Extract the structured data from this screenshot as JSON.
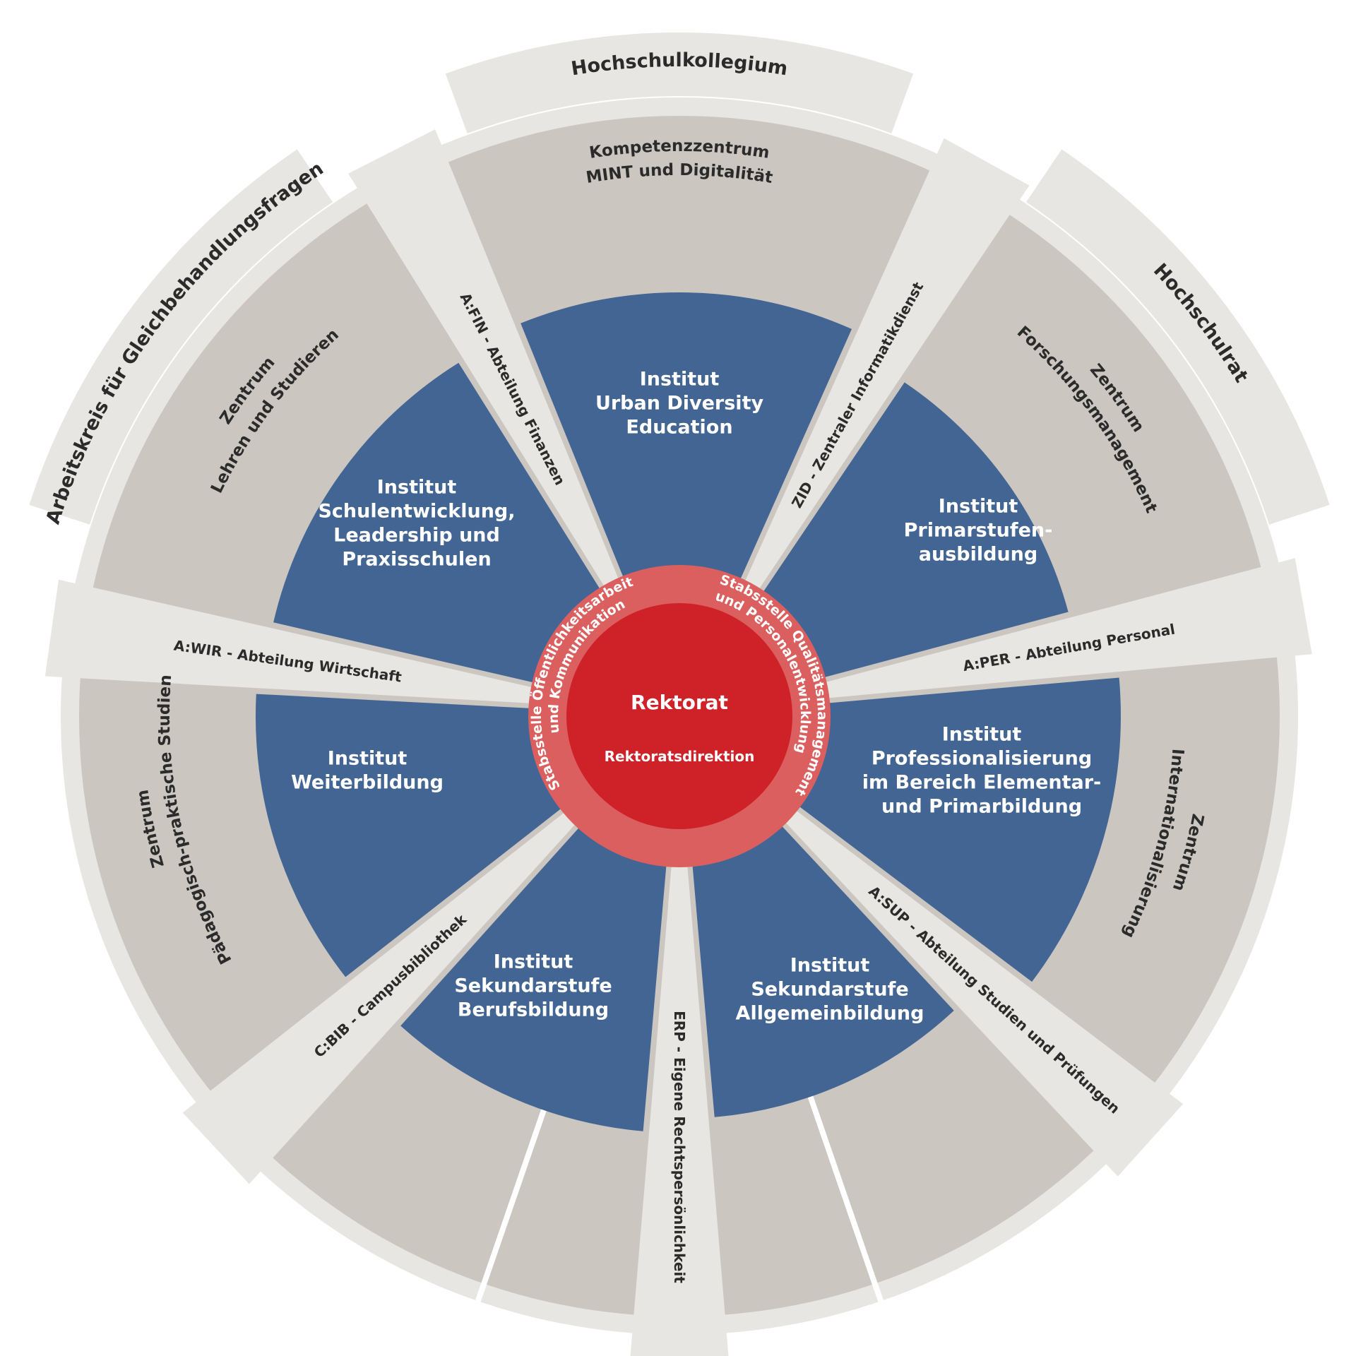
{
  "colors": {
    "outer_band": "#e7e6e2",
    "ring": "#cbc6c0",
    "institute": "#436593",
    "wedge": "#e7e6e2",
    "staff_ring": "#dc5f5f",
    "core": "#cf2128",
    "text_dark": "#2b2b2b",
    "text_light": "#ffffff"
  },
  "outer_bands": [
    {
      "id": "hochschulkollegium",
      "label": "Hochschulkollegium"
    },
    {
      "id": "hochschulrat",
      "label": "Hochschulrat"
    },
    {
      "id": "gleichbehandlung",
      "label": "Arbeitskreis für Gleichbehandlungsfragen"
    }
  ],
  "centers": [
    {
      "id": "mint",
      "lines": [
        "Kompetenzzentrum",
        "MINT und Digitalität"
      ]
    },
    {
      "id": "forschung",
      "lines": [
        "Zentrum",
        "Forschungsmanagement"
      ]
    },
    {
      "id": "international",
      "lines": [
        "Zentrum",
        "Internationalisierung"
      ]
    },
    {
      "id": "paedagogisch",
      "lines": [
        "Zentrum",
        "Pädagogisch-praktische Studien"
      ]
    },
    {
      "id": "lehren",
      "lines": [
        "Zentrum",
        "Lehren und Studieren"
      ]
    }
  ],
  "divisions": [
    {
      "id": "zid",
      "label": "ZID - Zentraler Informatikdienst"
    },
    {
      "id": "aper",
      "label": "A:PER - Abteilung Personal"
    },
    {
      "id": "asup",
      "label": "A:SUP - Abteilung Studien und Prüfungen"
    },
    {
      "id": "erp",
      "label": "ERP - Eigene Rechtspersönlichkeit"
    },
    {
      "id": "cbib",
      "label": "C:BIB - Campusbibliothek"
    },
    {
      "id": "awir",
      "label": "A:WIR - Abteilung Wirtschaft"
    },
    {
      "id": "afin",
      "label": "A:FIN - Abteilung Finanzen"
    }
  ],
  "institutes": [
    {
      "id": "urban",
      "lines": [
        "Institut",
        "Urban Diversity",
        "Education"
      ]
    },
    {
      "id": "primar",
      "lines": [
        "Institut",
        "Primarstufen-",
        "ausbildung"
      ]
    },
    {
      "id": "elementar",
      "lines": [
        "Institut",
        "Professionalisierung",
        "im Bereich Elementar-",
        "und Primarbildung"
      ]
    },
    {
      "id": "allgemein",
      "lines": [
        "Institut",
        "Sekundarstufe",
        "Allgemeinbildung"
      ]
    },
    {
      "id": "beruf",
      "lines": [
        "Institut",
        "Sekundarstufe",
        "Berufsbildung"
      ]
    },
    {
      "id": "weiter",
      "lines": [
        "Institut",
        "Weiterbildung"
      ]
    },
    {
      "id": "schulentwicklung",
      "lines": [
        "Institut",
        "Schulentwicklung,",
        "Leadership und",
        "Praxisschulen"
      ]
    }
  ],
  "staff_units": [
    {
      "id": "oeffentlichkeit",
      "lines": [
        "Stabsstelle Öffentlichkeitsarbeit",
        "und Kommunikation"
      ]
    },
    {
      "id": "qualitaet",
      "lines": [
        "Stabsstelle Qualitätsmanagement",
        "und Personalentwicklung"
      ]
    }
  ],
  "core": {
    "title": "Rektorat",
    "subtitle": "Rektoratsdirektion"
  }
}
